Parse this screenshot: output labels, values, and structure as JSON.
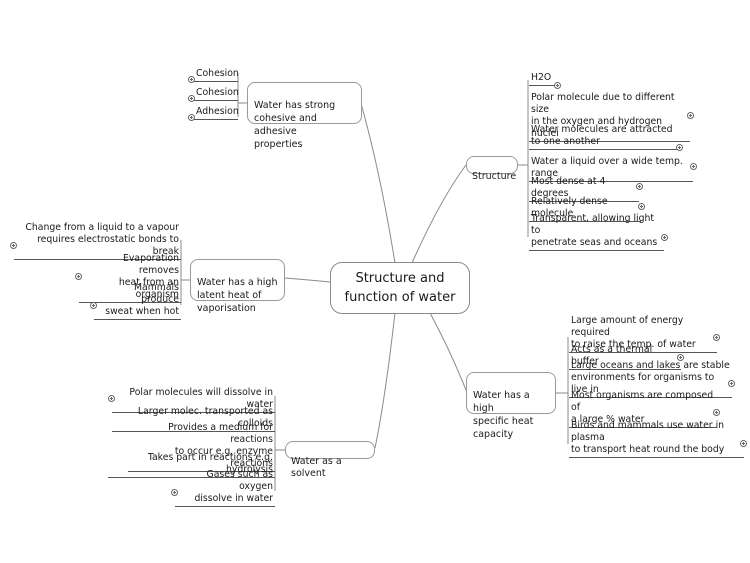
{
  "central": {
    "label": "Structure and\nfunction of water"
  },
  "branches": {
    "structure": {
      "label": "Structure",
      "items": [
        "H2O",
        "Polar molecule due to different size\nin the oxygen and hydrogen nuclei",
        "Water molecules are attracted\nto one another",
        "Water a liquid over a wide temp. range",
        "Most dense at 4 degrees",
        "Relatively dense molecule",
        "Transparent, allowing light to\npenetrate seas and oceans"
      ]
    },
    "cohesive": {
      "label": "Water has strong\ncohesive and adhesive\nproperties",
      "items": [
        "Cohesion",
        "Cohesion",
        "Adhesion"
      ]
    },
    "latent_heat": {
      "label": "Water has a high\nlatent heat of\nvaporisation",
      "items": [
        "Change from a liquid to a vapour\nrequires electrostatic bonds to break",
        "Evaporation removes\nheat from an organism",
        "Mammals produce\nsweat when hot"
      ]
    },
    "specific_heat": {
      "label": "Water has a high\nspecific heat\ncapacity",
      "items": [
        "Large amount of energy required\nto raise the temp. of water",
        "Acts as a thermal buffer",
        "Large oceans and lakes are stable\nenvironments for organisms to live in",
        "Most organisms are composed of\na large % water",
        "Birds and mammals use water in plasma\nto transport heat round the body"
      ]
    },
    "solvent": {
      "label": "Water as a solvent",
      "items": [
        "Polar molecules will dissolve in water",
        "Larger molec. transported as colloids",
        "Provides a medium for reactions\nto occur e.g. enzyme reactions",
        "Takes part in reactions e.g. hydrolysis",
        "Gases such as oxygen\ndissolve in water"
      ]
    }
  },
  "colors": {
    "line": "#8a8a8a",
    "border": "#9a9a9a",
    "text": "#1a1a1a"
  }
}
